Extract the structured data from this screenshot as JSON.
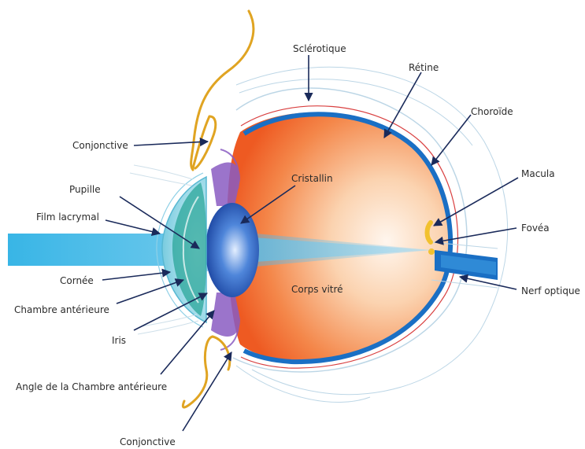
{
  "labels": {
    "sclerotique": "Sclérotique",
    "retine": "Rétine",
    "choroide": "Choroïde",
    "macula": "Macula",
    "fovea": "Fovéa",
    "nerf_optique": "Nerf optique",
    "conjonctive_top": "Conjonctive",
    "pupille": "Pupille",
    "film_lacrymal": "Film lacrymal",
    "cornee": "Cornée",
    "chambre_anterieure": "Chambre antérieure",
    "iris": "Iris",
    "angle_chambre": "Angle de la Chambre antérieure",
    "conjonctive_bottom": "Conjonctive",
    "cristallin": "Cristallin",
    "corps_vitre": "Corps vitré"
  },
  "colors": {
    "retina": "#1a6fc4",
    "sclera_line": "#d94040",
    "vitreous_inner": "#fde9d6",
    "vitreous_outer": "#f06a2a",
    "lens": "#1f4fb0",
    "light_beam": "#3ab4e4",
    "eyelid": "#e0a422",
    "iris_purple": "#8a5cc2",
    "macula": "#f2c12e"
  }
}
